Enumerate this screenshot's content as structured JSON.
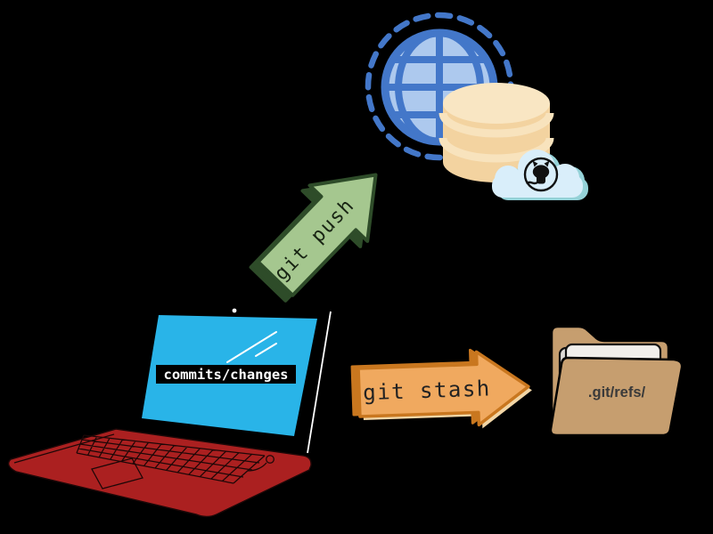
{
  "background": "#000000",
  "laptop": {
    "name": "local computer with pending work",
    "screen_label": "commits/changes",
    "colors": {
      "body": "#ab2020",
      "screen": "#29b4e8",
      "label_bg": "#000000",
      "label_text": "#ffffff"
    }
  },
  "remote": {
    "globe": {
      "icon": "globe-icon",
      "fill": "#adc9ee",
      "line": "#4377c9"
    },
    "database": {
      "icon": "database-icon",
      "body": "#f3d3a0",
      "top": "#f9e6c3",
      "band": "#f8e3bd"
    },
    "cloud": {
      "icon": "github-cloud-icon",
      "fill": "#d9eefa",
      "shadow": "#95d2d8",
      "logo": "github-octocat"
    }
  },
  "stash_folder": {
    "icon": "folder-icon",
    "label": ".git/refs/",
    "colors": {
      "folder": "#c69e6f",
      "paper": "#f1efeb",
      "paper_back": "#dedbd7",
      "text": "#3a3a3a"
    }
  },
  "arrows": [
    {
      "id": "push",
      "label": "git push",
      "from": "laptop",
      "to": "remote server",
      "fill": "#a5c78f",
      "outline": "#2e4c29"
    },
    {
      "id": "stash",
      "label": "git stash",
      "from": "laptop",
      "to": "stash folder",
      "fill": "#f0a95f",
      "outline": "#c9771f",
      "highlight": "#f2d6a6"
    }
  ]
}
